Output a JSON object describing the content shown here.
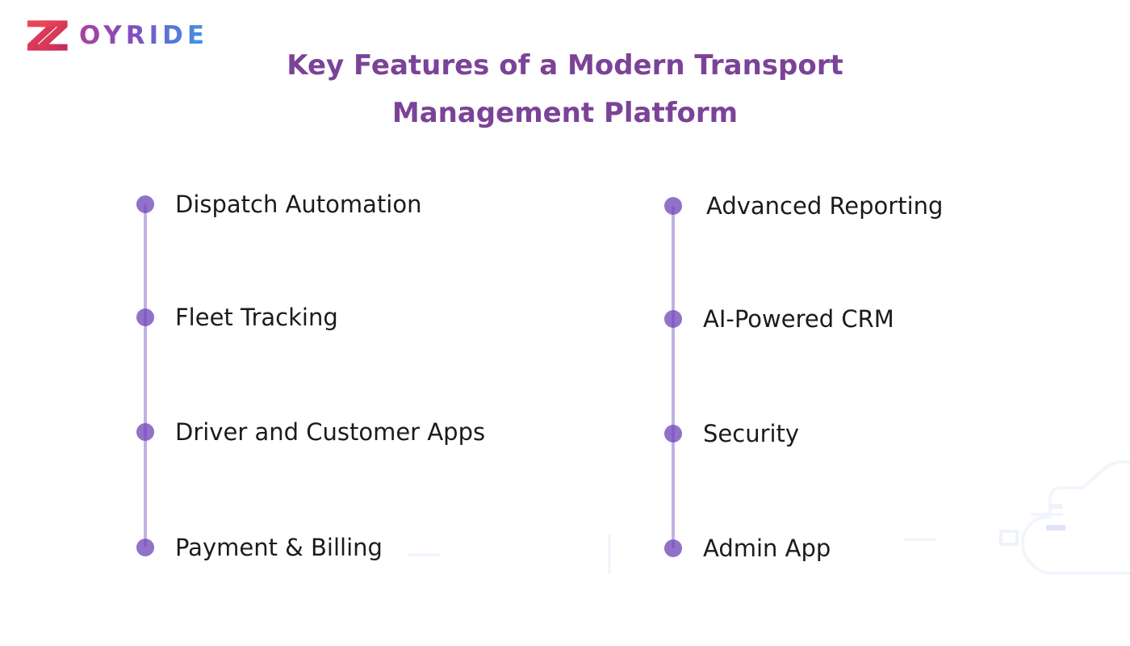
{
  "logo": {
    "brand": "ZOYRIDE",
    "letters": "OYRIDE",
    "mark": "double-z-mark",
    "colors": {
      "mark_red_start": "#ef4b55",
      "mark_red_end": "#c2285b",
      "text_gradient_start": "#a8439c",
      "text_gradient_mid": "#7e50c2",
      "text_gradient_end": "#3f97e8"
    }
  },
  "header": {
    "title_line1": "Key Features of a Modern Transport",
    "title_line2": "Management Platform",
    "title_color": "#7b4397"
  },
  "features": {
    "left": [
      "Dispatch Automation",
      "Fleet Tracking",
      "Driver and Customer Apps",
      "Payment & Billing"
    ],
    "right": [
      "Advanced Reporting",
      "AI-Powered CRM",
      "Security",
      "Admin App"
    ]
  },
  "style": {
    "dot_color": "#9172c9",
    "timeline_line_color": "rgba(113,70,190,0.42)",
    "feature_text_color": "#1b1b1b",
    "background": "#ffffff"
  }
}
